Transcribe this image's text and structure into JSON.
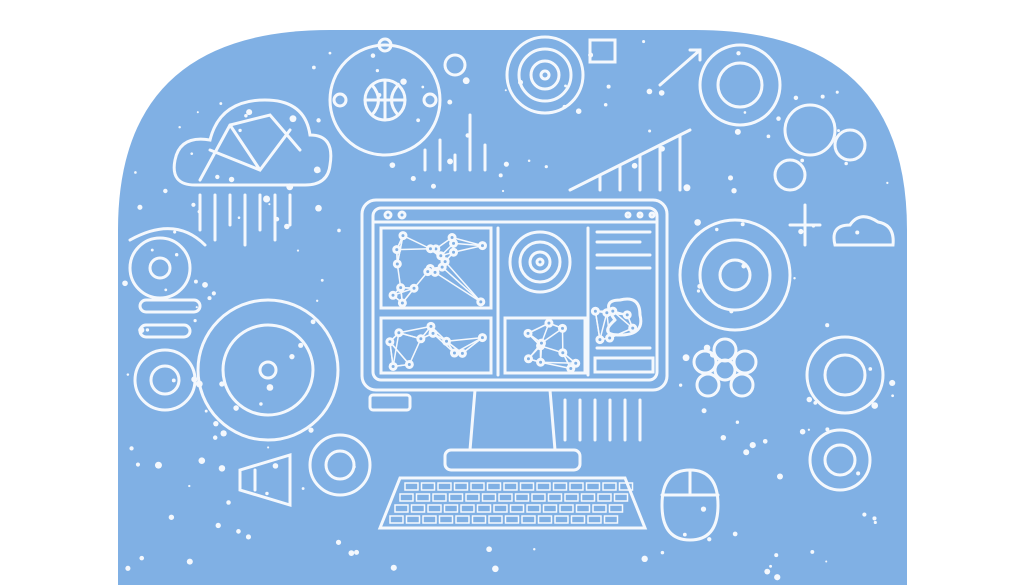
{
  "colors": {
    "background": "#ffffff",
    "panel": "#80b0e4",
    "line": "#f4f8fd"
  },
  "illustration": {
    "elements": [
      "cloud-icon",
      "globe-icon",
      "monitor-icon",
      "keyboard-icon",
      "mouse-icon",
      "network-graph",
      "target-rings",
      "bar-chart",
      "gear-icon",
      "flower-icon"
    ]
  }
}
